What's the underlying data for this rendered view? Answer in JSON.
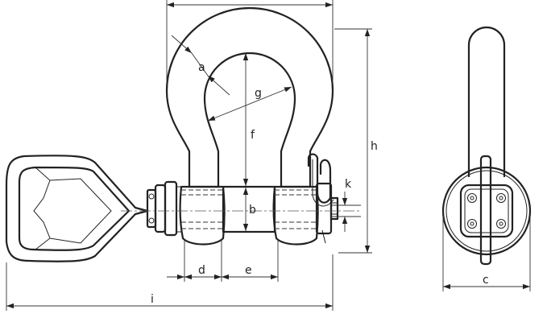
{
  "diagram": {
    "dimension_labels": {
      "a": "a",
      "b": "b",
      "c": "c",
      "d": "d",
      "e": "e",
      "f": "f",
      "g": "g",
      "h": "h",
      "i": "i",
      "k": "k"
    }
  }
}
